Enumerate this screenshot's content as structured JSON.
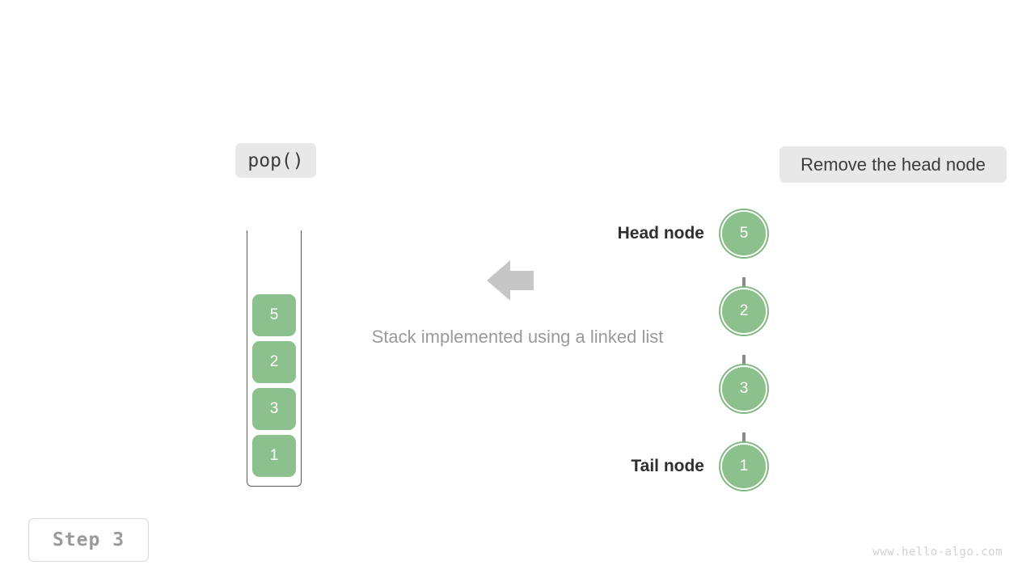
{
  "operation_chip": {
    "label": "pop()"
  },
  "action_chip": {
    "label": "Remove the head node"
  },
  "step_box": {
    "label": "Step 3"
  },
  "caption": {
    "text": "Stack implemented using a linked list"
  },
  "watermark": {
    "text": "www.hello-algo.com"
  },
  "colors": {
    "node_fill": "#8cc08c",
    "node_ring": "#7fb97f",
    "chip_bg": "#e8e8e8",
    "chip_text": "#3c3c3c",
    "caption_text": "#9a9a9a",
    "arrow_gray": "#8a8a8a",
    "flow_arrow": "#c6c6c6",
    "container_stroke": "#5a5a5a"
  },
  "stack": {
    "name": "stack-container",
    "open_top": true,
    "cells": [
      {
        "value": "5"
      },
      {
        "value": "2"
      },
      {
        "value": "3"
      },
      {
        "value": "1"
      }
    ]
  },
  "flow_arrow": {
    "direction": "left"
  },
  "linked_list": {
    "head_label": "Head node",
    "tail_label": "Tail node",
    "nodes": [
      {
        "value": "5",
        "role": "head"
      },
      {
        "value": "2",
        "role": "middle"
      },
      {
        "value": "3",
        "role": "middle"
      },
      {
        "value": "1",
        "role": "tail"
      }
    ]
  }
}
